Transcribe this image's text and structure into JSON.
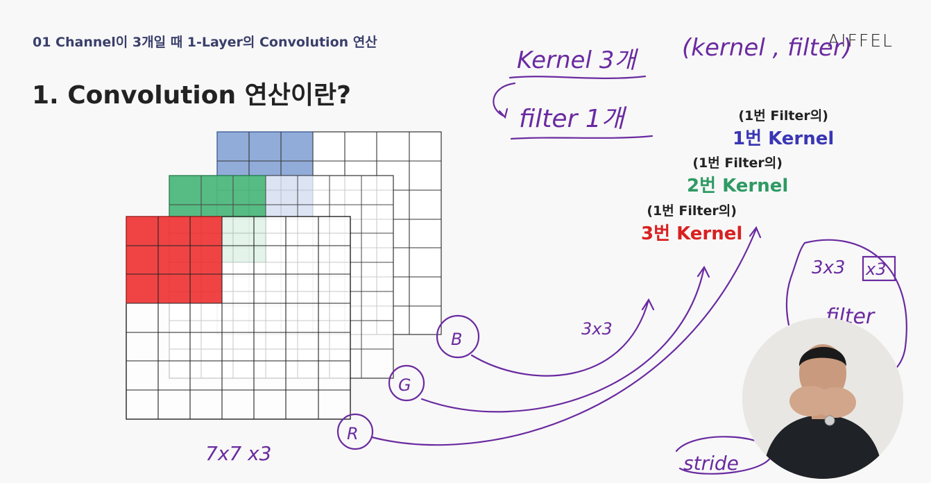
{
  "slide": {
    "breadcrumb": "01 Channel이 3개일 때 1-Layer의 Convolution 연산",
    "logo": "AIFFEL",
    "title": "1.  Convolution 연산이란?"
  },
  "kernel_labels": [
    {
      "sub": "(1번 Filter의)",
      "main": "1번 Kernel",
      "color": "#3a36b5"
    },
    {
      "sub": "(1번 Filter의)",
      "main": "2번 Kernel",
      "color": "#2e9a63"
    },
    {
      "sub": "(1번 Filter의)",
      "main": "3번 Kernel",
      "color": "#d92020"
    }
  ],
  "colors": {
    "blue_channel": "#4a74c0",
    "green_channel": "#1fa55a",
    "red_channel": "#ee2a2a",
    "ink": "#6a2aa0"
  },
  "annotations": {
    "kernel_count": "Kernel 3개",
    "filter_count": "filter 1개",
    "kernel_filter": "(kernel , filter)",
    "b": "B",
    "g": "G",
    "r": "R",
    "kernel_size": "3x3",
    "input_size": "7x7 x3",
    "filter_shape": "3x3",
    "filter_mult": "x3",
    "filter_word": "filter",
    "stride": "stride"
  },
  "webcam": {
    "icon": "presenter-video"
  }
}
